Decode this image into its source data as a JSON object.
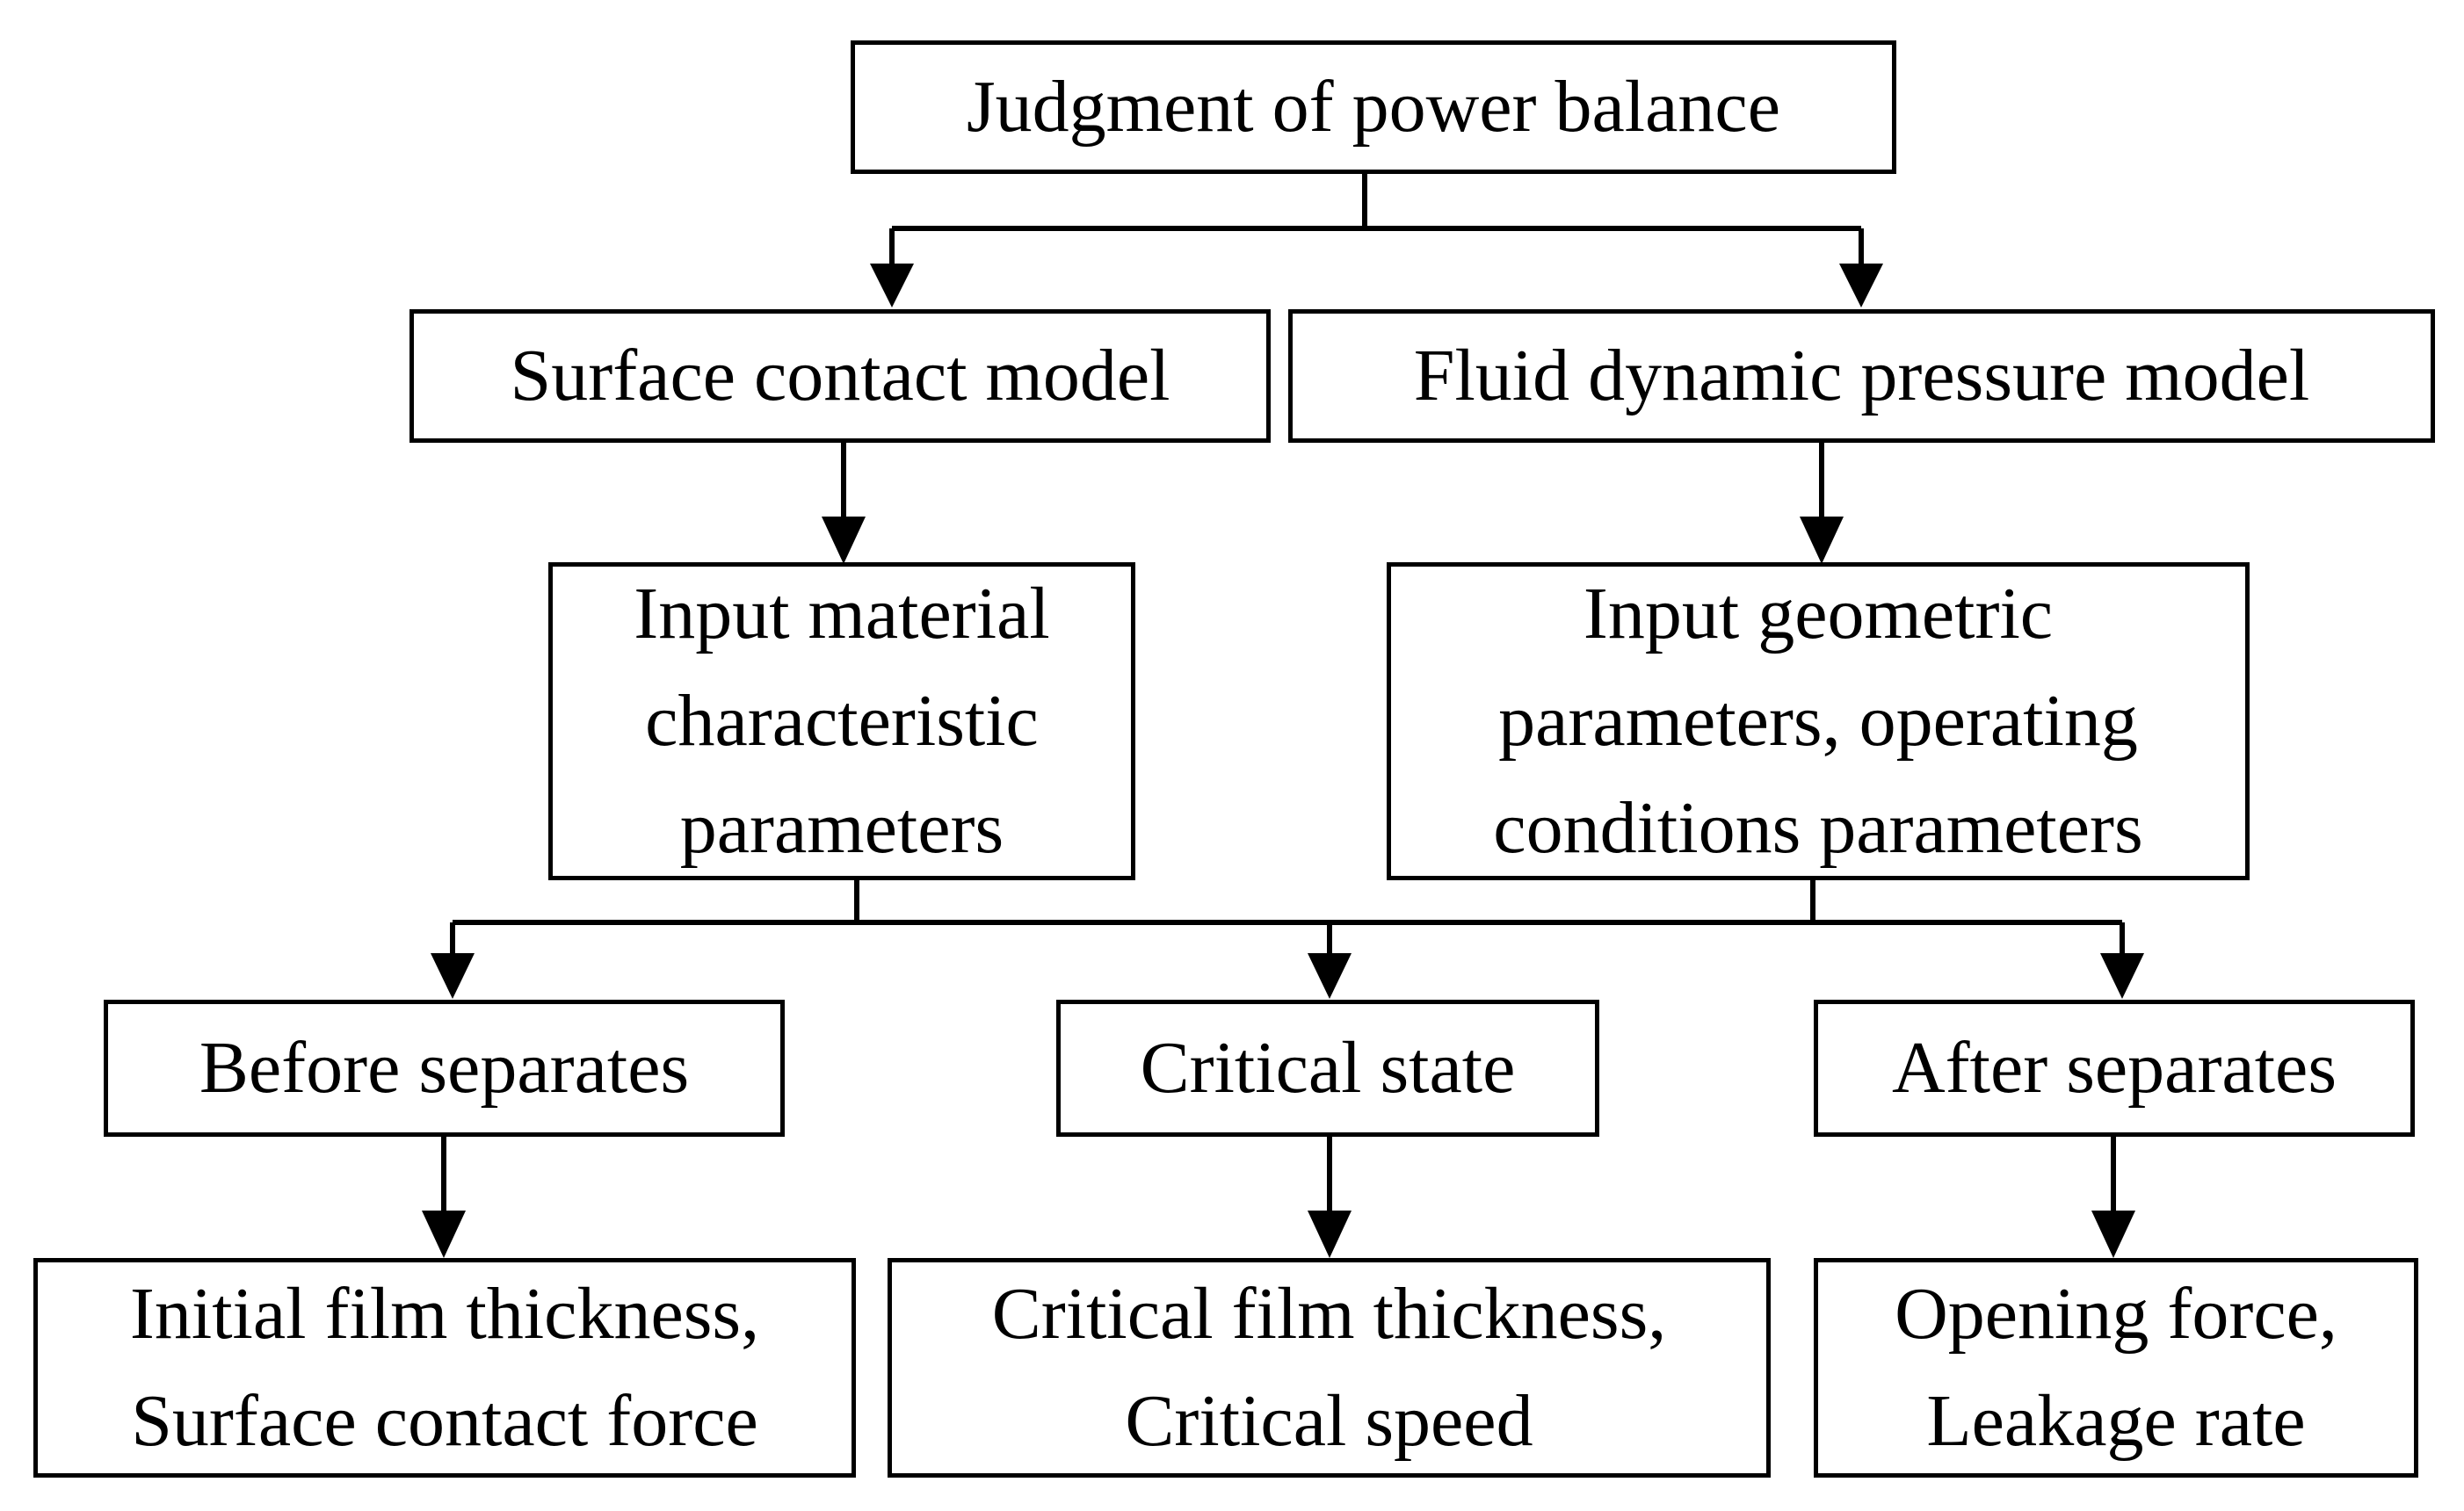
{
  "diagram": {
    "nodes": {
      "power_balance": {
        "lines": [
          "Judgment of power balance"
        ]
      },
      "surface_contact": {
        "lines": [
          "Surface contact model"
        ]
      },
      "fluid_dynamic": {
        "lines": [
          "Fluid dynamic pressure model"
        ]
      },
      "input_material": {
        "lines": [
          "Input material",
          "characteristic",
          "parameters"
        ]
      },
      "input_geometric": {
        "lines": [
          "Input geometric",
          "parameters, operating",
          "conditions parameters"
        ]
      },
      "before_separates": {
        "lines": [
          "Before separates"
        ]
      },
      "critical_state": {
        "lines": [
          "Critical state"
        ]
      },
      "after_separates": {
        "lines": [
          "After separates"
        ]
      },
      "before_result": {
        "lines": [
          "Initial film thickness,",
          "Surface contact force"
        ]
      },
      "critical_result": {
        "lines": [
          "Critical film thickness,",
          "Critical speed"
        ]
      },
      "after_result": {
        "lines": [
          "Opening force,",
          "Leakage rate"
        ]
      }
    },
    "edges": [
      {
        "from": "power_balance",
        "to": "surface_contact"
      },
      {
        "from": "power_balance",
        "to": "fluid_dynamic"
      },
      {
        "from": "surface_contact",
        "to": "input_material"
      },
      {
        "from": "fluid_dynamic",
        "to": "input_geometric"
      },
      {
        "from": "input_material",
        "to": "before_separates"
      },
      {
        "from": "input_material",
        "to": "critical_state"
      },
      {
        "from": "input_material",
        "to": "after_separates"
      },
      {
        "from": "input_geometric",
        "to": "before_separates"
      },
      {
        "from": "input_geometric",
        "to": "critical_state"
      },
      {
        "from": "input_geometric",
        "to": "after_separates"
      },
      {
        "from": "before_separates",
        "to": "before_result"
      },
      {
        "from": "critical_state",
        "to": "critical_result"
      },
      {
        "from": "after_separates",
        "to": "after_result"
      }
    ]
  }
}
